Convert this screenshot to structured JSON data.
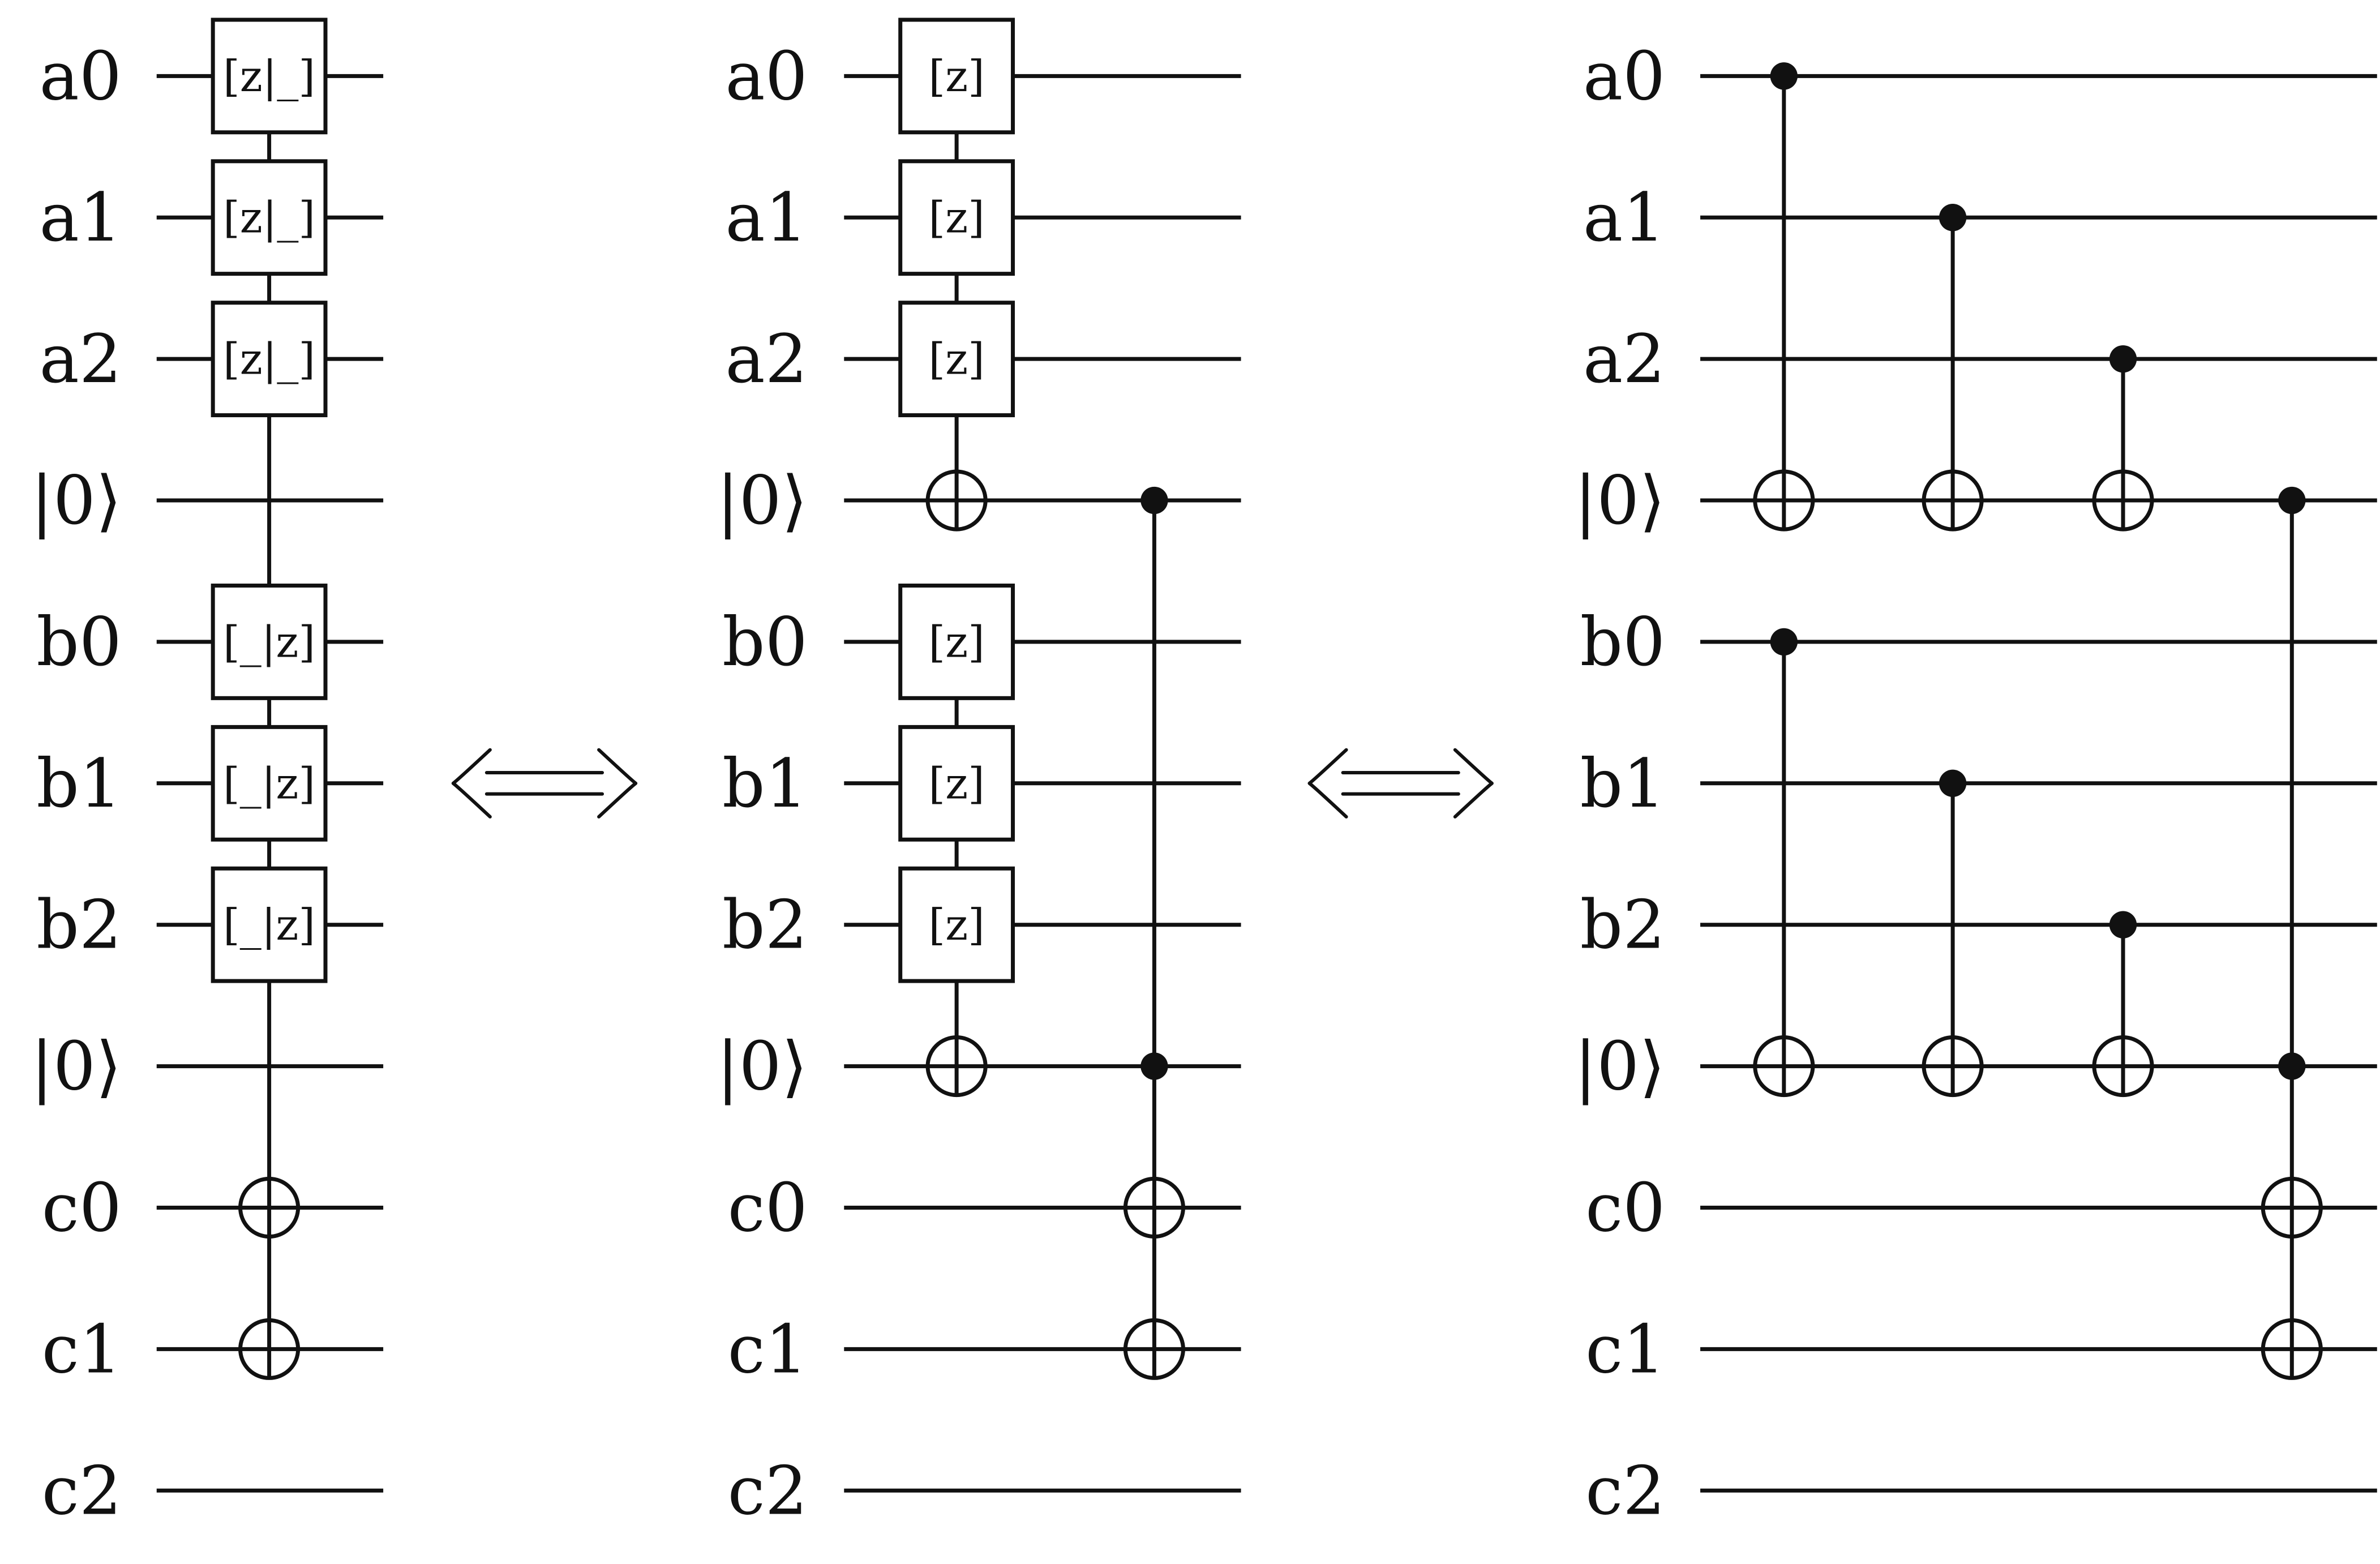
{
  "colors": {
    "ink": "#111111",
    "background": "#ffffff"
  },
  "equivalence_symbol": "⟺",
  "panels": [
    {
      "name": "panel-1",
      "qubit_labels": [
        "a0",
        "a1",
        "a2",
        "|0⟩",
        "b0",
        "b1",
        "b2",
        "|0⟩",
        "c0",
        "c1",
        "c2"
      ],
      "gate_label_a": "[z|_]",
      "gate_label_b": "[_|z]"
    },
    {
      "name": "panel-2",
      "qubit_labels": [
        "a0",
        "a1",
        "a2",
        "|0⟩",
        "b0",
        "b1",
        "b2",
        "|0⟩",
        "c0",
        "c1",
        "c2"
      ],
      "gate_label": "[z]"
    },
    {
      "name": "panel-3",
      "qubit_labels": [
        "a0",
        "a1",
        "a2",
        "|0⟩",
        "b0",
        "b1",
        "b2",
        "|0⟩",
        "c0",
        "c1",
        "c2"
      ]
    }
  ]
}
